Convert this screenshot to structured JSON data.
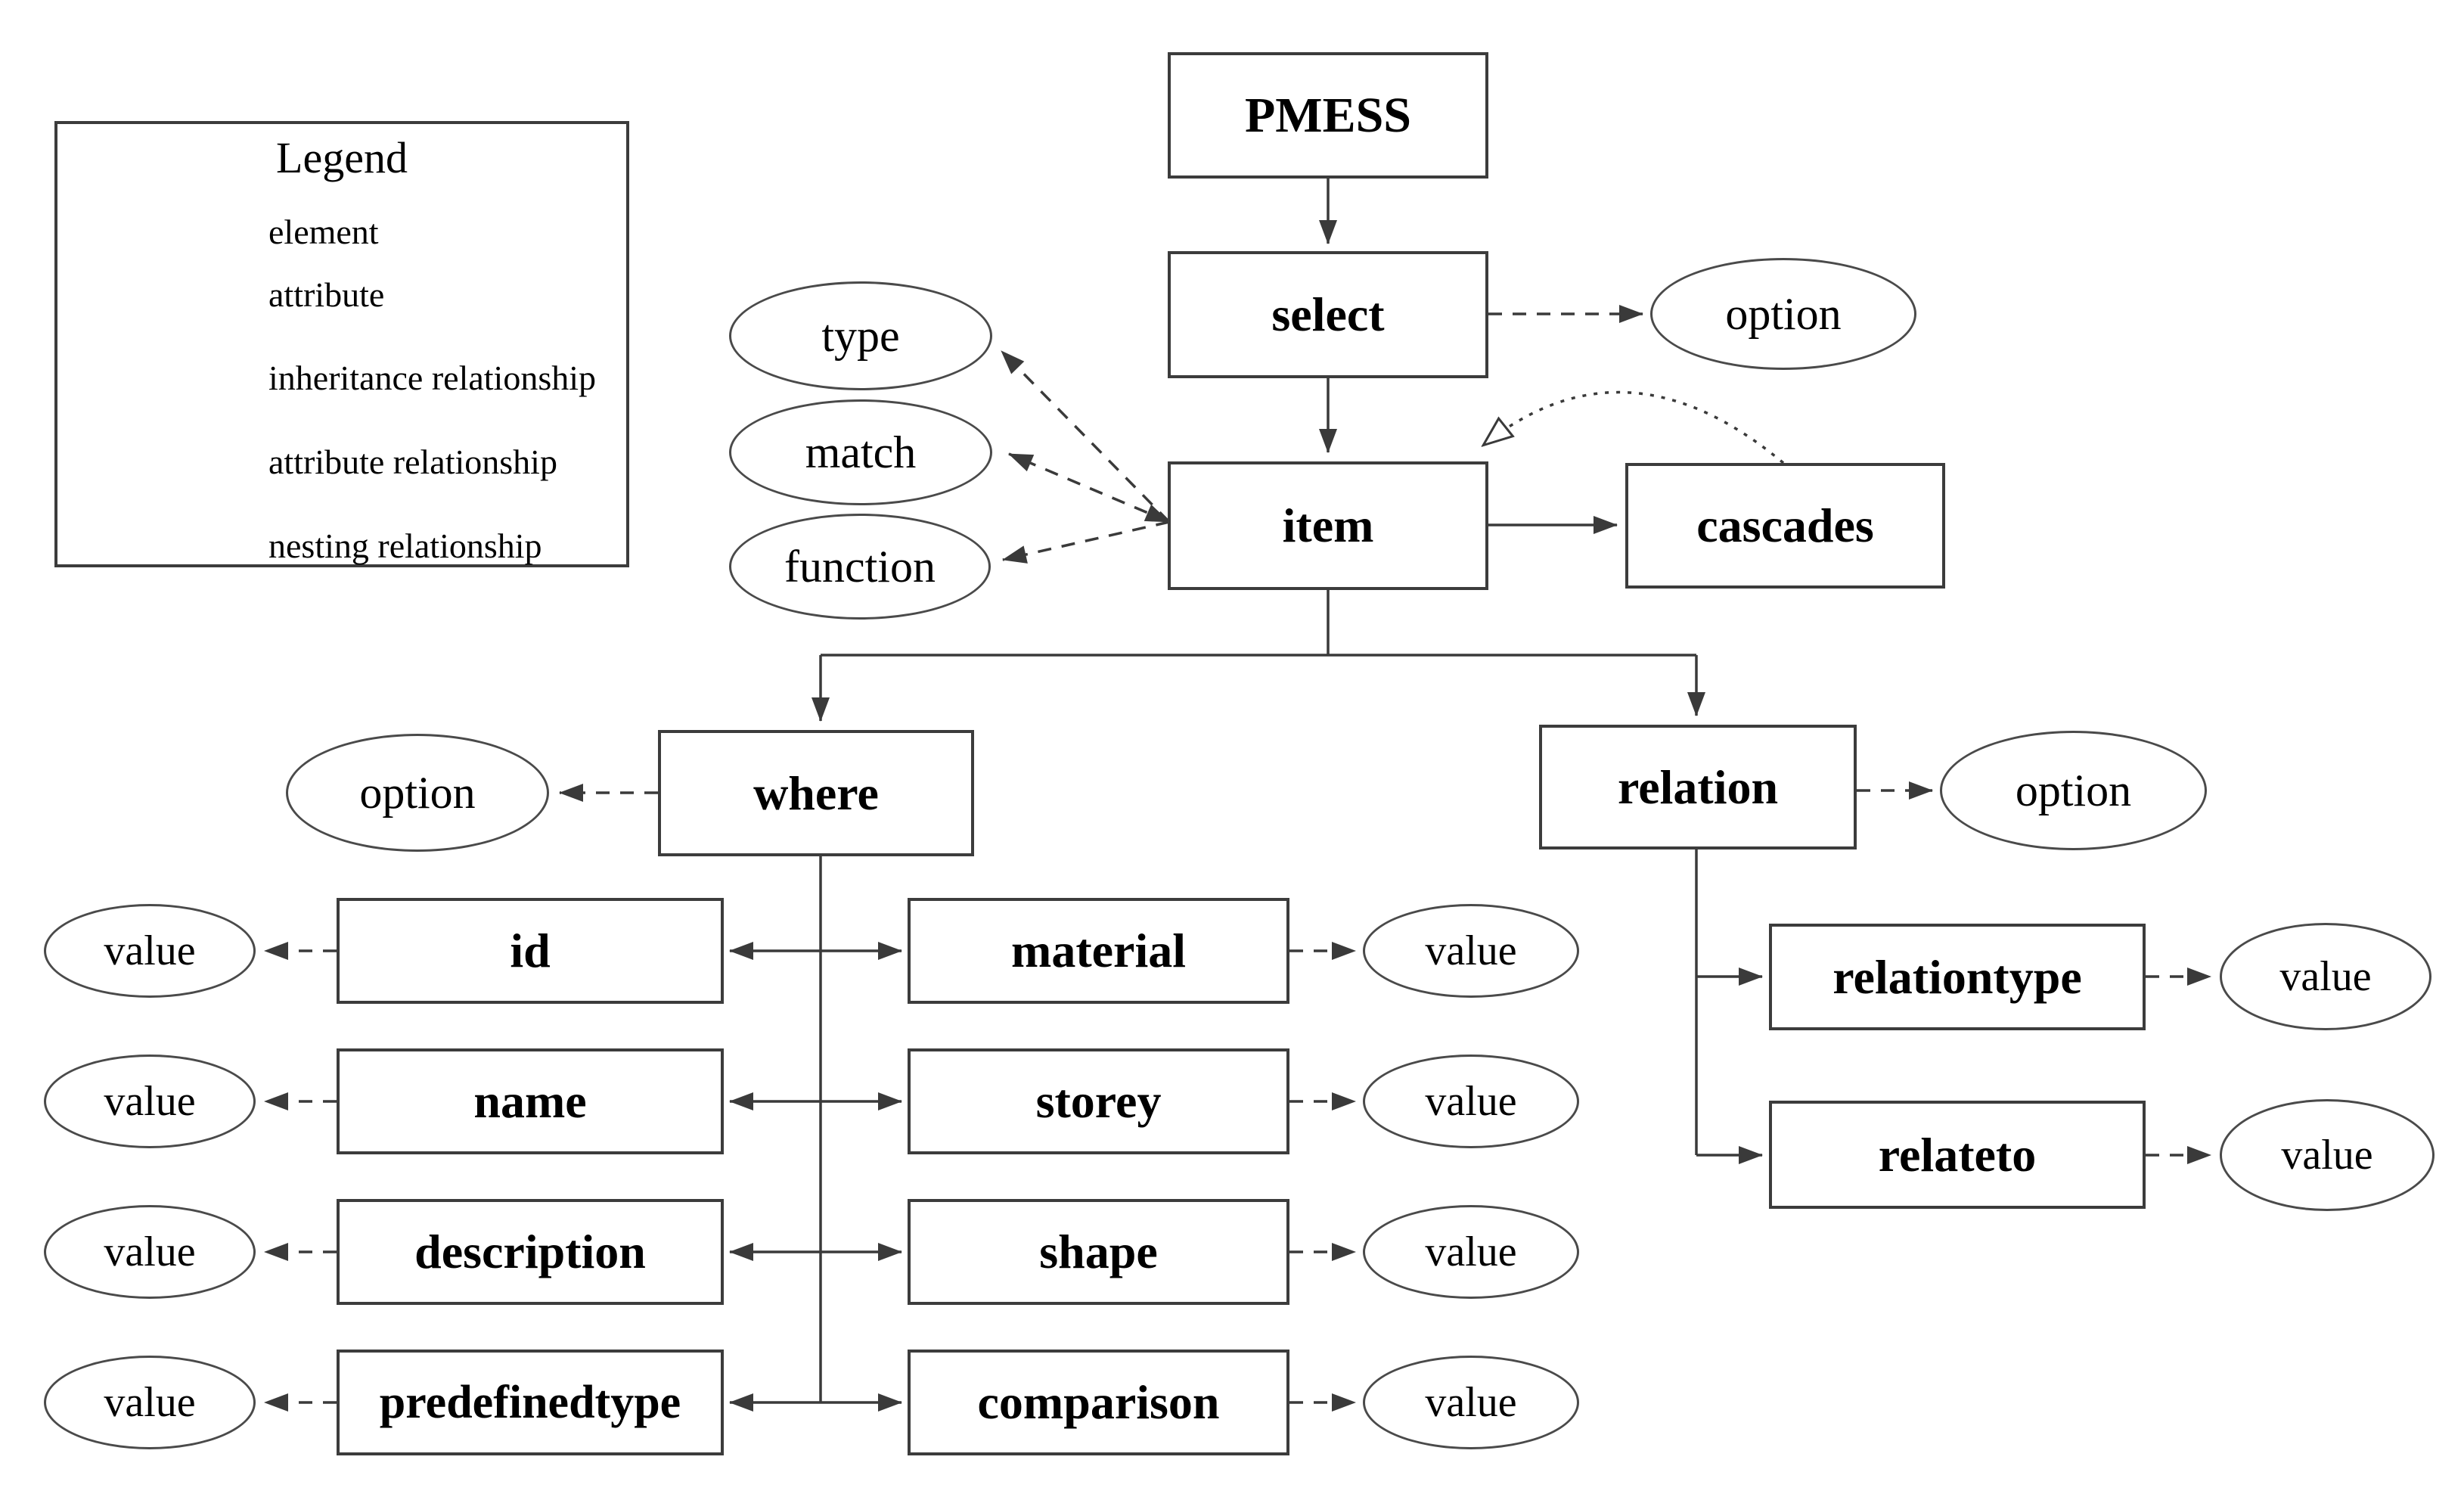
{
  "legend": {
    "title": "Legend",
    "items": [
      {
        "symbol": "rectangle-icon",
        "label": "element"
      },
      {
        "symbol": "ellipse-icon",
        "label": "attribute"
      },
      {
        "symbol": "solid-arrow-icon",
        "label": "inheritance relationship"
      },
      {
        "symbol": "dashed-arrow-icon",
        "label": "attribute relationship"
      },
      {
        "symbol": "dotted-open-arrow-icon",
        "label": "nesting relationship"
      }
    ]
  },
  "elements": {
    "pmess": "PMESS",
    "select": "select",
    "item": "item",
    "cascades": "cascades",
    "where": "where",
    "relation": "relation",
    "id": "id",
    "name": "name",
    "description": "description",
    "predefinedtype": "predefinedtype",
    "material": "material",
    "storey": "storey",
    "shape": "shape",
    "comparison": "comparison",
    "relationtype": "relationtype",
    "relateto": "relateto"
  },
  "attributes": {
    "select_option": "option",
    "item_type": "type",
    "item_match": "match",
    "item_function": "function",
    "where_option": "option",
    "relation_option": "option",
    "id_value": "value",
    "name_value": "value",
    "description_value": "value",
    "predefinedtype_value": "value",
    "material_value": "value",
    "storey_value": "value",
    "shape_value": "value",
    "comparison_value": "value",
    "relationtype_value": "value",
    "relateto_value": "value"
  },
  "edges": [
    {
      "from": "PMESS",
      "to": "select",
      "type": "inheritance relationship"
    },
    {
      "from": "select",
      "to": "item",
      "type": "inheritance relationship"
    },
    {
      "from": "item",
      "to": "cascades",
      "type": "inheritance relationship"
    },
    {
      "from": "item",
      "to": "where",
      "type": "inheritance relationship"
    },
    {
      "from": "item",
      "to": "relation",
      "type": "inheritance relationship"
    },
    {
      "from": "where",
      "to": "id",
      "type": "inheritance relationship"
    },
    {
      "from": "where",
      "to": "material",
      "type": "inheritance relationship"
    },
    {
      "from": "where",
      "to": "name",
      "type": "inheritance relationship"
    },
    {
      "from": "where",
      "to": "storey",
      "type": "inheritance relationship"
    },
    {
      "from": "where",
      "to": "description",
      "type": "inheritance relationship"
    },
    {
      "from": "where",
      "to": "shape",
      "type": "inheritance relationship"
    },
    {
      "from": "where",
      "to": "predefinedtype",
      "type": "inheritance relationship"
    },
    {
      "from": "where",
      "to": "comparison",
      "type": "inheritance relationship"
    },
    {
      "from": "relation",
      "to": "relationtype",
      "type": "inheritance relationship"
    },
    {
      "from": "relation",
      "to": "relateto",
      "type": "inheritance relationship"
    },
    {
      "from": "select",
      "to": "option",
      "type": "attribute relationship"
    },
    {
      "from": "item",
      "to": "type",
      "type": "attribute relationship"
    },
    {
      "from": "item",
      "to": "match",
      "type": "attribute relationship"
    },
    {
      "from": "item",
      "to": "function",
      "type": "attribute relationship"
    },
    {
      "from": "where",
      "to": "option",
      "type": "attribute relationship"
    },
    {
      "from": "relation",
      "to": "option",
      "type": "attribute relationship"
    },
    {
      "from": "id",
      "to": "value",
      "type": "attribute relationship"
    },
    {
      "from": "name",
      "to": "value",
      "type": "attribute relationship"
    },
    {
      "from": "description",
      "to": "value",
      "type": "attribute relationship"
    },
    {
      "from": "predefinedtype",
      "to": "value",
      "type": "attribute relationship"
    },
    {
      "from": "material",
      "to": "value",
      "type": "attribute relationship"
    },
    {
      "from": "storey",
      "to": "value",
      "type": "attribute relationship"
    },
    {
      "from": "shape",
      "to": "value",
      "type": "attribute relationship"
    },
    {
      "from": "comparison",
      "to": "value",
      "type": "attribute relationship"
    },
    {
      "from": "relationtype",
      "to": "value",
      "type": "attribute relationship"
    },
    {
      "from": "relateto",
      "to": "value",
      "type": "attribute relationship"
    },
    {
      "from": "cascades",
      "to": "item",
      "type": "nesting relationship"
    }
  ],
  "colors": {
    "line": "#3a3a3a",
    "text": "#000000",
    "background": "#ffffff"
  }
}
